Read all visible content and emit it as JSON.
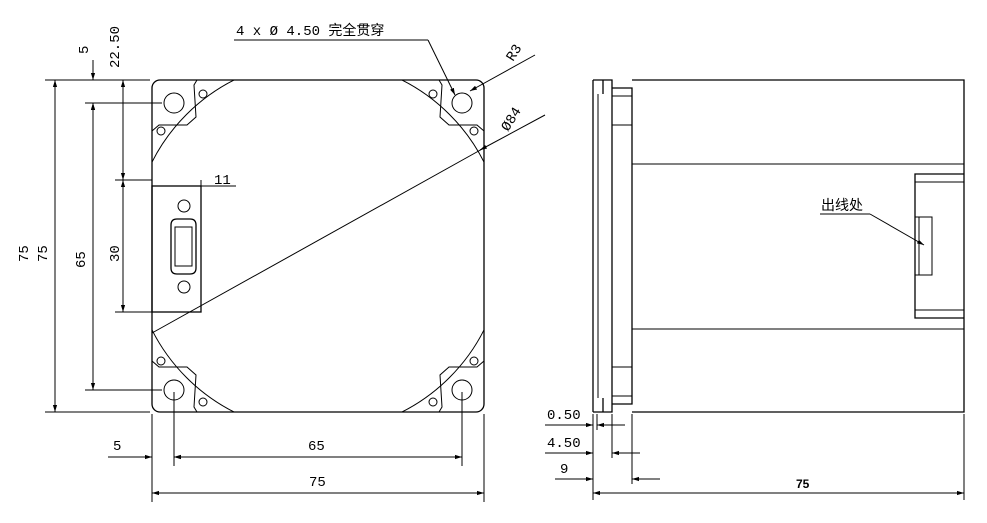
{
  "callouts": {
    "holes": "4 x Ø 4.50 完全贯穿",
    "corner_radius": "R3",
    "circle_diameter": "Ø84",
    "connector_width": "11",
    "cable_exit": "出线处"
  },
  "front_view": {
    "left_dims": {
      "d5": "5",
      "d22_50": "22.50",
      "d75": "75",
      "d75_ghost": "75",
      "d65": "65",
      "d30": "30"
    },
    "bottom_dims": {
      "d5": "5",
      "d65": "65",
      "d75": "75"
    }
  },
  "side_view": {
    "dims": {
      "d0_50": "0.50",
      "d4_50": "4.50",
      "d9": "9",
      "d75": "75"
    }
  }
}
